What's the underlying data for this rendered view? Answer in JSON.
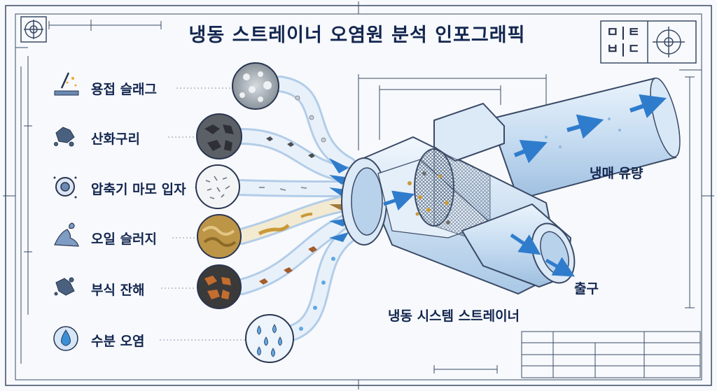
{
  "title": "냉동 스트레이너 오염원 분석 인포그래픽",
  "contaminants": [
    {
      "id": "weld-slag",
      "label": "용접 슬래그"
    },
    {
      "id": "copper-oxide",
      "label": "산화구리"
    },
    {
      "id": "compressor-wear",
      "label": "압축기 마모 입자"
    },
    {
      "id": "oil-sludge",
      "label": "오일 슬러지"
    },
    {
      "id": "corrosion",
      "label": "부식 잔해"
    },
    {
      "id": "moisture",
      "label": "수분 오염"
    }
  ],
  "labels": {
    "refrigerant_flow": "냉매 유량",
    "outlet": "출구",
    "strainer": "냉동 시스템 스트레이너"
  },
  "corner_stamp": {
    "line1": "ㅁ|ㅌ",
    "line2": "ㅂ|ㄷ"
  }
}
